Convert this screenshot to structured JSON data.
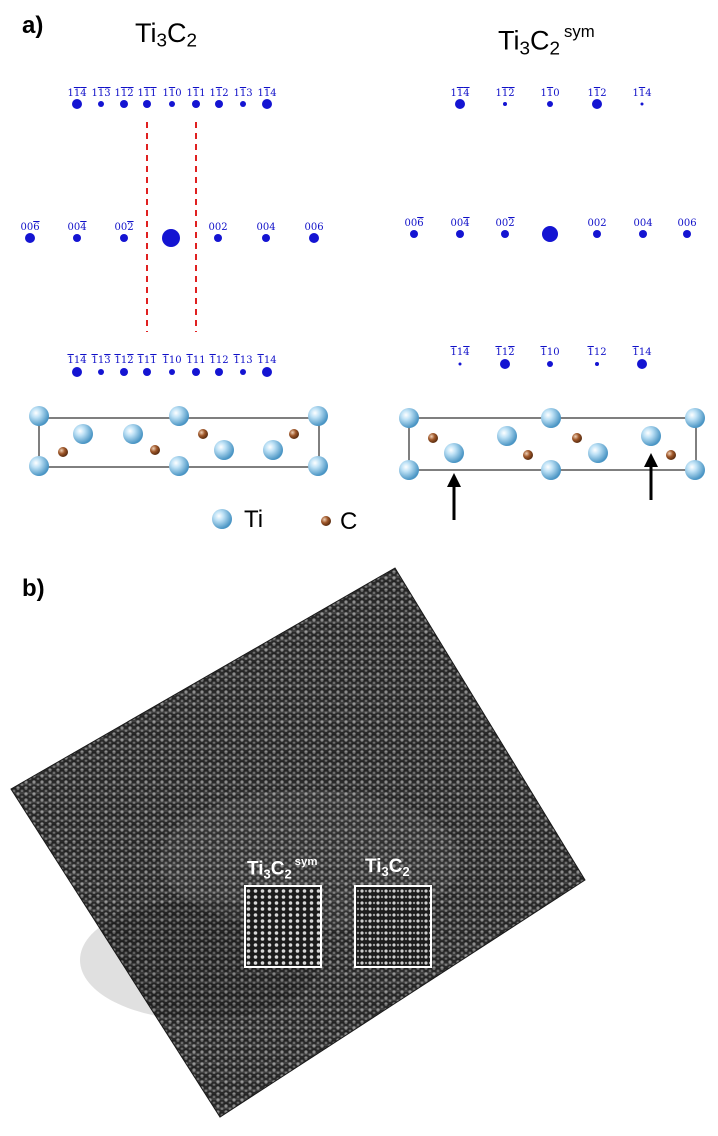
{
  "panel_a": {
    "label": "a)",
    "left_title": {
      "base": "Ti",
      "sub1": "3",
      "mid": "C",
      "sub2": "2"
    },
    "right_title": {
      "base": "Ti",
      "sub1": "3",
      "mid": "C",
      "sub2": "2",
      "sup": "sym"
    },
    "left_spots": {
      "top": [
        {
          "h": "1",
          "k": "1",
          "l": "4",
          "bar": [
            false,
            true,
            true
          ]
        },
        {
          "h": "1",
          "k": "1",
          "l": "3",
          "bar": [
            false,
            true,
            true
          ]
        },
        {
          "h": "1",
          "k": "1",
          "l": "2",
          "bar": [
            false,
            true,
            true
          ]
        },
        {
          "h": "1",
          "k": "1",
          "l": "1",
          "bar": [
            false,
            true,
            true
          ]
        },
        {
          "h": "1",
          "k": "1",
          "l": "0",
          "bar": [
            false,
            true,
            false
          ]
        },
        {
          "h": "1",
          "k": "1",
          "l": "1",
          "bar": [
            false,
            true,
            false
          ]
        },
        {
          "h": "1",
          "k": "1",
          "l": "2",
          "bar": [
            false,
            true,
            false
          ]
        },
        {
          "h": "1",
          "k": "1",
          "l": "3",
          "bar": [
            false,
            true,
            false
          ]
        },
        {
          "h": "1",
          "k": "1",
          "l": "4",
          "bar": [
            false,
            true,
            false
          ]
        }
      ],
      "middle": [
        {
          "h": "0",
          "k": "0",
          "l": "6",
          "bar": [
            false,
            false,
            true
          ]
        },
        {
          "h": "0",
          "k": "0",
          "l": "4",
          "bar": [
            false,
            false,
            true
          ]
        },
        {
          "h": "0",
          "k": "0",
          "l": "2",
          "bar": [
            false,
            false,
            true
          ]
        },
        {
          "h": "0",
          "k": "0",
          "l": "2",
          "bar": [
            false,
            false,
            false
          ]
        },
        {
          "h": "0",
          "k": "0",
          "l": "4",
          "bar": [
            false,
            false,
            false
          ]
        },
        {
          "h": "0",
          "k": "0",
          "l": "6",
          "bar": [
            false,
            false,
            false
          ]
        }
      ],
      "bottom": [
        {
          "h": "1",
          "k": "1",
          "l": "4",
          "bar": [
            true,
            false,
            true
          ]
        },
        {
          "h": "1",
          "k": "1",
          "l": "3",
          "bar": [
            true,
            false,
            true
          ]
        },
        {
          "h": "1",
          "k": "1",
          "l": "2",
          "bar": [
            true,
            false,
            true
          ]
        },
        {
          "h": "1",
          "k": "1",
          "l": "1",
          "bar": [
            true,
            false,
            true
          ]
        },
        {
          "h": "1",
          "k": "1",
          "l": "0",
          "bar": [
            true,
            false,
            false
          ]
        },
        {
          "h": "1",
          "k": "1",
          "l": "1",
          "bar": [
            true,
            false,
            false
          ]
        },
        {
          "h": "1",
          "k": "1",
          "l": "2",
          "bar": [
            true,
            false,
            false
          ]
        },
        {
          "h": "1",
          "k": "1",
          "l": "3",
          "bar": [
            true,
            false,
            false
          ]
        },
        {
          "h": "1",
          "k": "1",
          "l": "4",
          "bar": [
            true,
            false,
            false
          ]
        }
      ]
    },
    "right_spots": {
      "top": [
        {
          "h": "1",
          "k": "1",
          "l": "4",
          "bar": [
            false,
            true,
            true
          ]
        },
        {
          "h": "1",
          "k": "1",
          "l": "2",
          "bar": [
            false,
            true,
            true
          ]
        },
        {
          "h": "1",
          "k": "1",
          "l": "0",
          "bar": [
            false,
            true,
            false
          ]
        },
        {
          "h": "1",
          "k": "1",
          "l": "2",
          "bar": [
            false,
            true,
            false
          ]
        },
        {
          "h": "1",
          "k": "1",
          "l": "4",
          "bar": [
            false,
            true,
            false
          ]
        }
      ],
      "middle": [
        {
          "h": "0",
          "k": "0",
          "l": "6",
          "bar": [
            false,
            false,
            true
          ]
        },
        {
          "h": "0",
          "k": "0",
          "l": "4",
          "bar": [
            false,
            false,
            true
          ]
        },
        {
          "h": "0",
          "k": "0",
          "l": "2",
          "bar": [
            false,
            false,
            true
          ]
        },
        {
          "h": "0",
          "k": "0",
          "l": "2",
          "bar": [
            false,
            false,
            false
          ]
        },
        {
          "h": "0",
          "k": "0",
          "l": "4",
          "bar": [
            false,
            false,
            false
          ]
        },
        {
          "h": "0",
          "k": "0",
          "l": "6",
          "bar": [
            false,
            false,
            false
          ]
        }
      ],
      "bottom": [
        {
          "h": "1",
          "k": "1",
          "l": "4",
          "bar": [
            true,
            false,
            true
          ]
        },
        {
          "h": "1",
          "k": "1",
          "l": "2",
          "bar": [
            true,
            false,
            true
          ]
        },
        {
          "h": "1",
          "k": "1",
          "l": "0",
          "bar": [
            true,
            false,
            false
          ]
        },
        {
          "h": "1",
          "k": "1",
          "l": "2",
          "bar": [
            true,
            false,
            false
          ]
        },
        {
          "h": "1",
          "k": "1",
          "l": "4",
          "bar": [
            true,
            false,
            false
          ]
        }
      ]
    },
    "legend": {
      "ti": "Ti",
      "c": "C"
    },
    "colors": {
      "spot": "#1414d2",
      "dashed_line": "#e02020",
      "ti_atom": "#6fb6e0",
      "c_atom": "#8a4a22"
    }
  },
  "panel_b": {
    "label": "b)",
    "inset_left_title": {
      "base": "Ti",
      "sub1": "3",
      "mid": "C",
      "sub2": "2",
      "sup": "sym"
    },
    "inset_right_title": {
      "base": "Ti",
      "sub1": "3",
      "mid": "C",
      "sub2": "2"
    }
  }
}
